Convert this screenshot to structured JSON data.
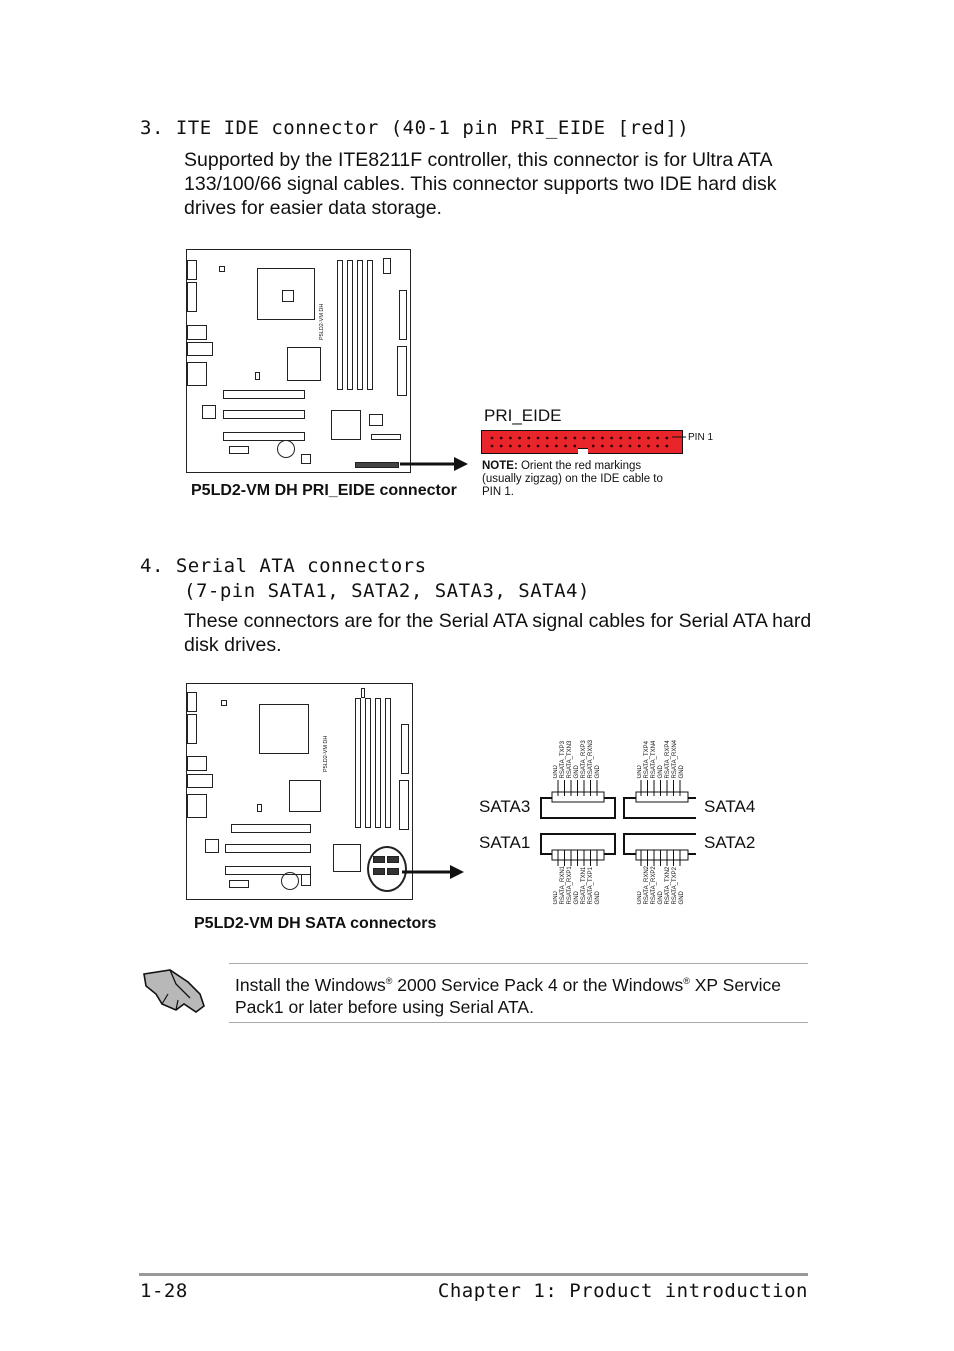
{
  "section3": {
    "heading": "3.  ITE IDE connector (40-1 pin PRI_EIDE [red])",
    "body": "Supported by the ITE8211F controller, this connector is for Ultra ATA 133/100/66 signal cables. This connector supports two IDE hard disk drives for easier data storage."
  },
  "figure1": {
    "board_label": "P5LD2-VM DH",
    "connector_label": "PRI_EIDE",
    "pin1_label": "PIN 1",
    "note_label": "NOTE:",
    "note_text": "Orient the red markings (usually zigzag) on the IDE cable to PIN 1.",
    "caption": "P5LD2-VM DH PRI_EIDE connector",
    "connector_color": "#e8252a"
  },
  "section4": {
    "heading_line1": "4.  Serial ATA connectors",
    "heading_line2": "(7-pin SATA1, SATA2, SATA3, SATA4)",
    "body": "These connectors are for the Serial ATA signal cables for Serial ATA hard disk drives."
  },
  "figure2": {
    "board_label": "P5LD2-VM DH",
    "caption": "P5LD2-VM DH SATA connectors",
    "labels": {
      "sata3": "SATA3",
      "sata4": "SATA4",
      "sata1": "SATA1",
      "sata2": "SATA2"
    },
    "pins_sata3": [
      "GND",
      "RSATA_RXN3",
      "RSATA_RXP3",
      "GND",
      "RSATA_TXN3",
      "RSATA_TXP3",
      "GND"
    ],
    "pins_sata4": [
      "GND",
      "RSATA_RXN4",
      "RSATA_RXP4",
      "GND",
      "RSATA_TXN4",
      "RSATA_TXP4",
      "GND"
    ],
    "pins_sata1": [
      "GND",
      "RSATA_TXP1",
      "RSATA_TXN1",
      "GND",
      "RSATA_RXP1",
      "RSATA_RXN1",
      "GND"
    ],
    "pins_sata2": [
      "GND",
      "RSATA_TXP2",
      "RSATA_TXN2",
      "GND",
      "RSATA_RXP2",
      "RSATA_RXN2",
      "GND"
    ]
  },
  "note": {
    "part1": "Install the Windows",
    "reg": "®",
    "part2": " 2000 Service Pack 4 or the Windows",
    "part3": " XP Service Pack1 or later before using Serial ATA.",
    "icon": "hand-note-icon"
  },
  "footer": {
    "page_number": "1-28",
    "chapter": "Chapter 1: Product introduction"
  }
}
